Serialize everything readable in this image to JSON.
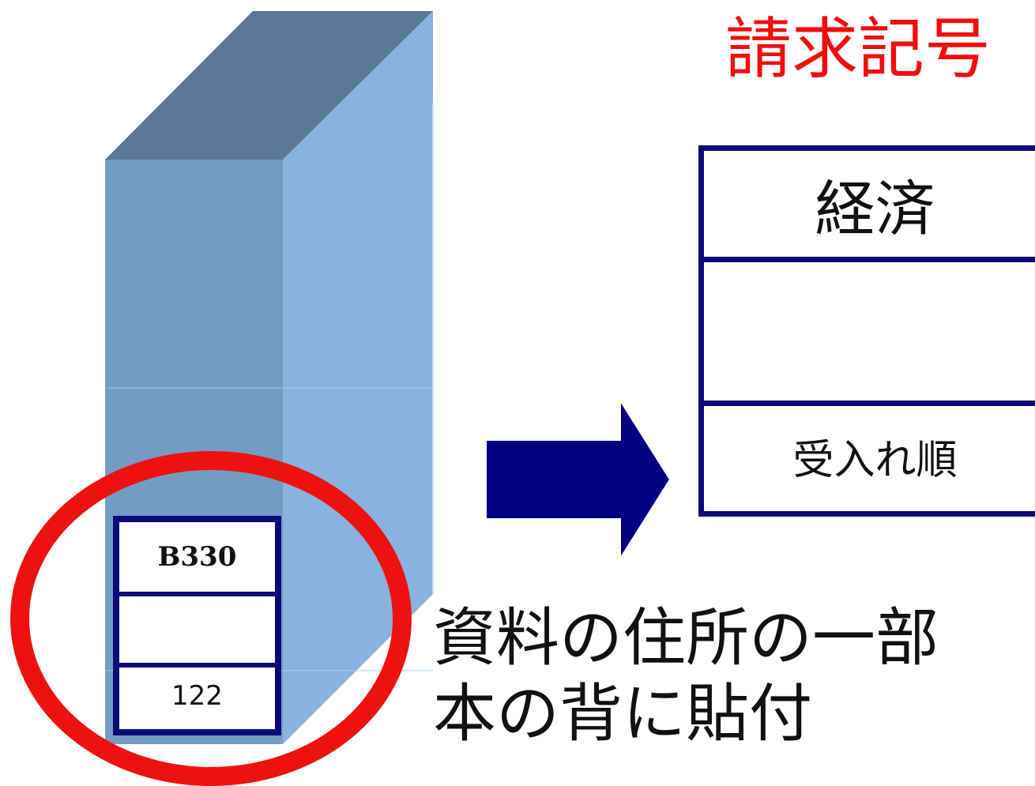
{
  "title": "請求記号",
  "spine_label": {
    "top": "B330",
    "middle": "",
    "bottom": "122"
  },
  "call_number_label": {
    "top": "経済",
    "middle": "",
    "bottom": "受入れ順"
  },
  "caption": {
    "line1": "資料の住所の一部",
    "line2": "本の背に貼付"
  },
  "colors": {
    "title": "#f20d0d",
    "label_border": "#0c0c78",
    "arrow": "#000080",
    "highlight_circle": "#ee1111",
    "book_top": "#5b7896",
    "book_front": "#749bc2",
    "book_side": "#89b2df"
  }
}
